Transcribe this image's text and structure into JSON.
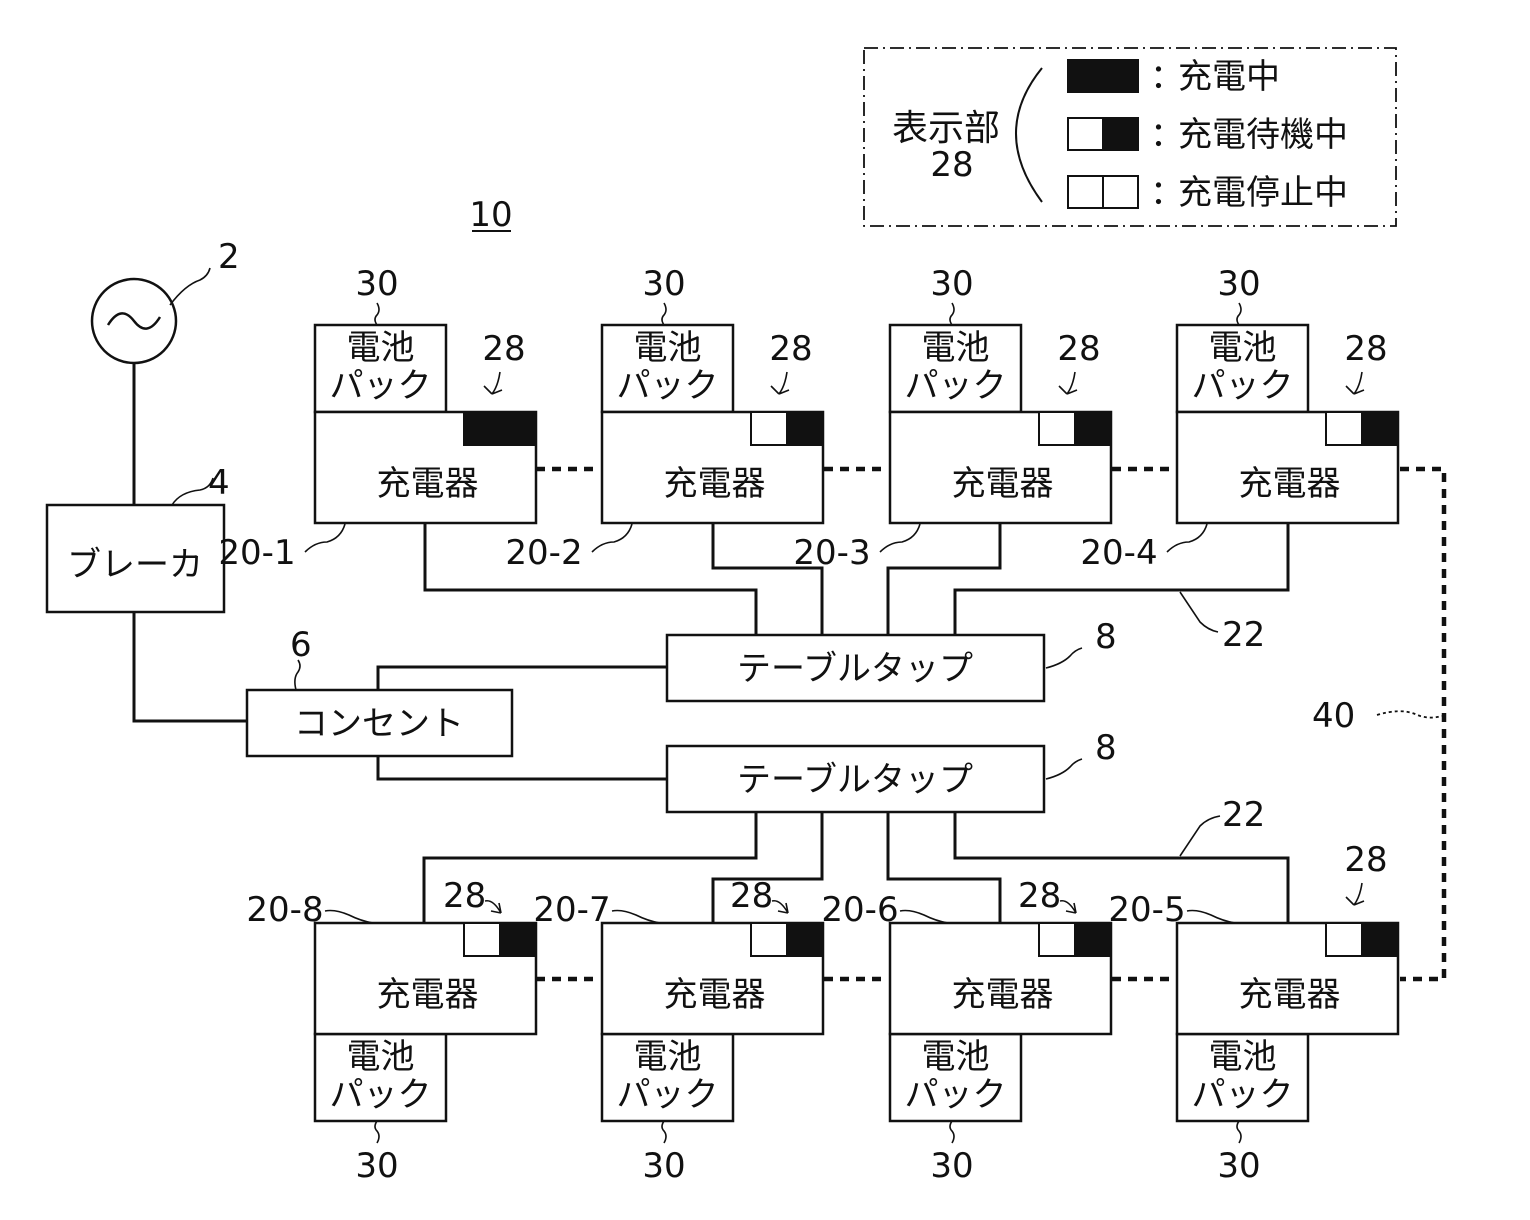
{
  "figure_ref": "10",
  "legend": {
    "title": "表示部",
    "ref": "28",
    "items": [
      {
        "state": "charging",
        "label": "充電中",
        "left": "on",
        "right": "on"
      },
      {
        "state": "waiting",
        "label": "充電待機中",
        "left": "off",
        "right": "on"
      },
      {
        "state": "stopped",
        "label": "充電停止中",
        "left": "off",
        "right": "off"
      }
    ],
    "separator": "："
  },
  "power_source": {
    "ref": "2",
    "symbol": "~"
  },
  "breaker": {
    "ref": "4",
    "label": "ブレーカ"
  },
  "outlet": {
    "ref": "6",
    "label": "コンセント"
  },
  "table_taps": [
    {
      "ref": "8",
      "label": "テーブルタップ"
    },
    {
      "ref": "8",
      "label": "テーブルタップ"
    }
  ],
  "cable_refs": [
    "22",
    "22"
  ],
  "comm_line": {
    "ref": "40"
  },
  "chargers": [
    {
      "id": "20-1",
      "label": "充電器",
      "pack_label": [
        "電池",
        "パック"
      ],
      "pack_ref": "30",
      "indicator_ref": "28",
      "indicator": {
        "left": "on",
        "right": "on"
      }
    },
    {
      "id": "20-2",
      "label": "充電器",
      "pack_label": [
        "電池",
        "パック"
      ],
      "pack_ref": "30",
      "indicator_ref": "28",
      "indicator": {
        "left": "off",
        "right": "on"
      }
    },
    {
      "id": "20-3",
      "label": "充電器",
      "pack_label": [
        "電池",
        "パック"
      ],
      "pack_ref": "30",
      "indicator_ref": "28",
      "indicator": {
        "left": "off",
        "right": "on"
      }
    },
    {
      "id": "20-4",
      "label": "充電器",
      "pack_label": [
        "電池",
        "パック"
      ],
      "pack_ref": "30",
      "indicator_ref": "28",
      "indicator": {
        "left": "off",
        "right": "on"
      }
    },
    {
      "id": "20-5",
      "label": "充電器",
      "pack_label": [
        "電池",
        "パック"
      ],
      "pack_ref": "30",
      "indicator_ref": "28",
      "indicator": {
        "left": "off",
        "right": "on"
      }
    },
    {
      "id": "20-6",
      "label": "充電器",
      "pack_label": [
        "電池",
        "パック"
      ],
      "pack_ref": "30",
      "indicator_ref": "28",
      "indicator": {
        "left": "off",
        "right": "on"
      }
    },
    {
      "id": "20-7",
      "label": "充電器",
      "pack_label": [
        "電池",
        "パック"
      ],
      "pack_ref": "30",
      "indicator_ref": "28",
      "indicator": {
        "left": "off",
        "right": "on"
      }
    },
    {
      "id": "20-8",
      "label": "充電器",
      "pack_label": [
        "電池",
        "パック"
      ],
      "pack_ref": "30",
      "indicator_ref": "28",
      "indicator": {
        "left": "off",
        "right": "on"
      }
    }
  ]
}
